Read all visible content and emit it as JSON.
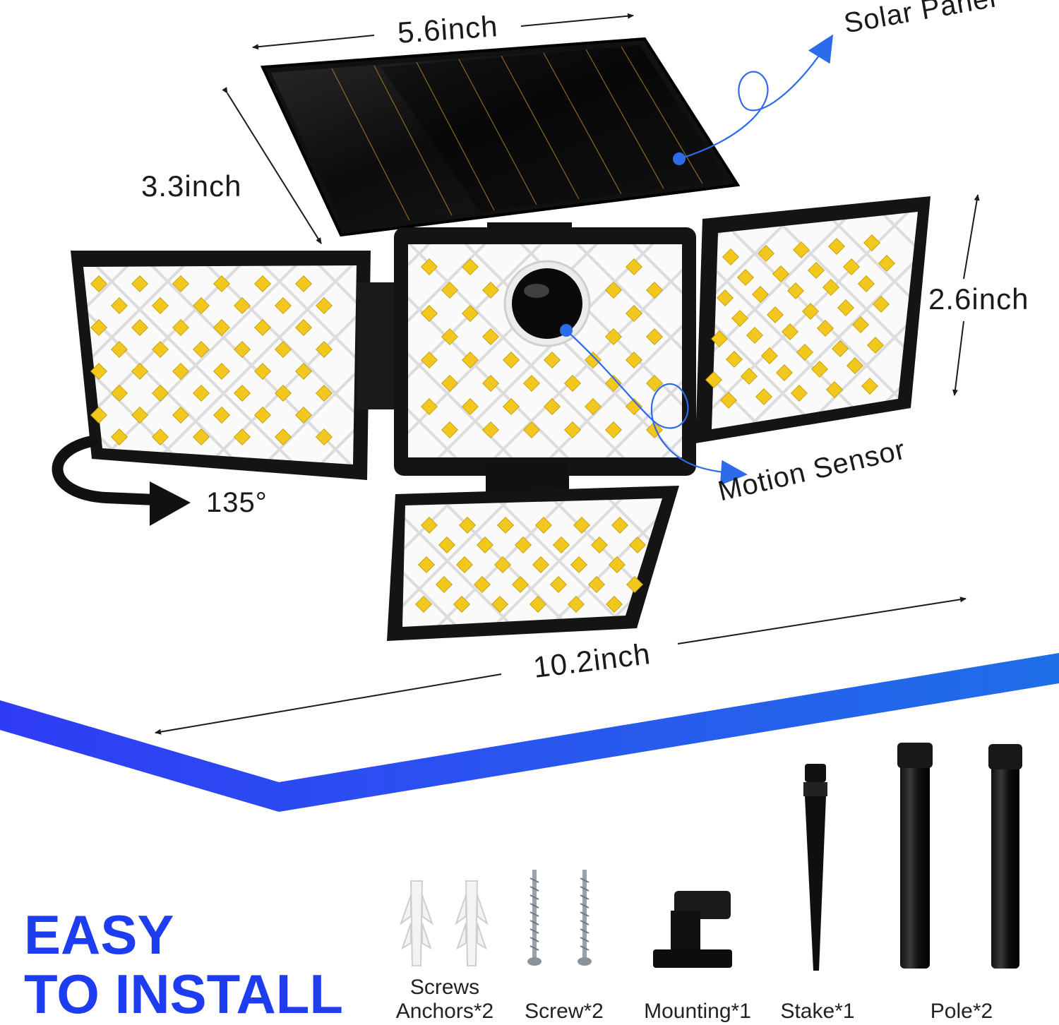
{
  "dimensions": {
    "panel_width": "5.6inch",
    "panel_depth": "3.3inch",
    "light_height": "2.6inch",
    "total_width": "10.2inch",
    "rotation": "135°"
  },
  "callouts": {
    "solar_panel": "Solar Panel",
    "motion_sensor": "Motion Sensor"
  },
  "headline": {
    "line1": "EASY",
    "line2": "TO INSTALL"
  },
  "accessories": {
    "anchors_line1": "Screws",
    "anchors_line2": "Anchors*2",
    "screw": "Screw*2",
    "mounting": "Mounting*1",
    "stake": "Stake*1",
    "pole": "Pole*2"
  },
  "colors": {
    "accent_blue": "#1f3df0",
    "arrow_blue": "#2c6bea",
    "housing": "#161616",
    "led_yellow": "#f2c81e"
  }
}
